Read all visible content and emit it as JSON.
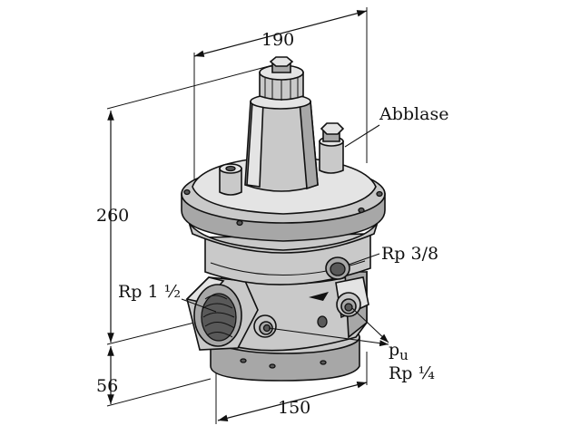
{
  "dimensions": {
    "width_top": "190",
    "height_total": "260",
    "height_base": "56",
    "width_base": "150"
  },
  "labels": {
    "vent": "Abblase",
    "port_side": "Rp 3/8",
    "inlet": "Rp 1 ½",
    "pressure_point": "p",
    "pressure_point_sub": "u",
    "pressure_thread": "Rp ¼"
  }
}
